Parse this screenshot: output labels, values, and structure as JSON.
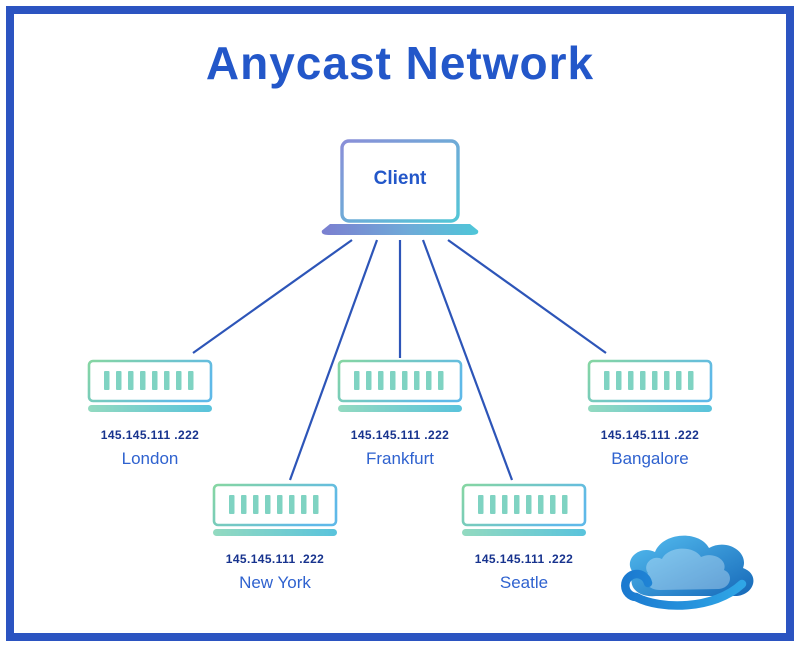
{
  "title": "Anycast Network",
  "client": {
    "label": "Client"
  },
  "nodes": [
    {
      "label": "London",
      "ip": "145.145.111 .222"
    },
    {
      "label": "Frankfurt",
      "ip": "145.145.111 .222"
    },
    {
      "label": "Bangalore",
      "ip": "145.145.111 .222"
    },
    {
      "label": "New York",
      "ip": "145.145.111 .222"
    },
    {
      "label": "Seatle",
      "ip": "145.145.111 .222"
    }
  ],
  "icons": {
    "client": "laptop-icon",
    "node": "server-icon",
    "logo": "cloud-logo"
  },
  "colors": {
    "frame": "#2B54C1",
    "title": "#2357C9",
    "line": "#2D55B8",
    "ip_text": "#17338E",
    "label_text": "#2F62CF",
    "server_stroke_start": "#86D6A2",
    "server_stroke_end": "#5FB9E8",
    "server_bars": "#7FD3C2",
    "laptop_stroke_start": "#8A8FD8",
    "laptop_stroke_end": "#53C6D6",
    "cloud_light": "#54BDF0",
    "cloud_dark": "#1668B8"
  }
}
